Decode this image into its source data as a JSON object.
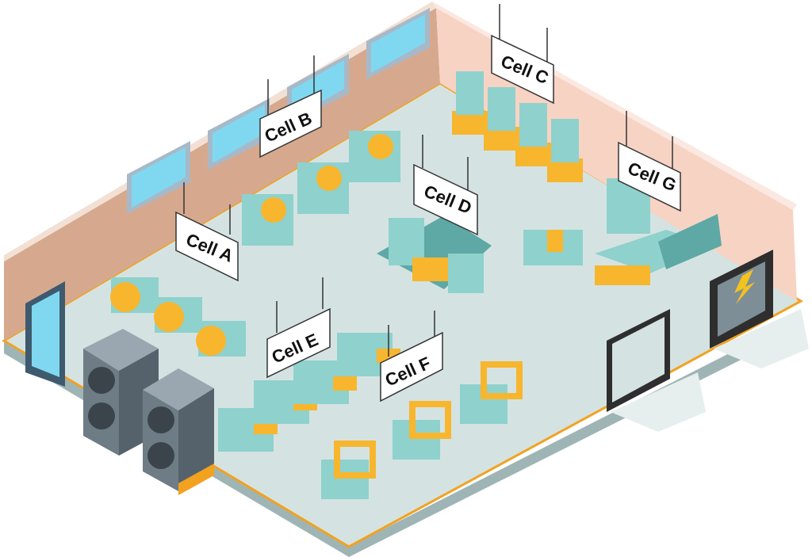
{
  "colors": {
    "floor": "#d4e3e2",
    "floor_edge": "#bccfcf",
    "back_wall": "#d6a98e",
    "right_wall": "#f7d3c4",
    "trim": "#f2a21f",
    "machine": "#8fd1cc",
    "machine_dark": "#5ea8a5",
    "machine_accent": "#f7b62e",
    "window": "#7fd8f0",
    "window_frame": "#a7b9c8",
    "hvac": "#6e7c86",
    "sign_border": "#333333",
    "sign_fill": "#ffffff",
    "hazard_yellow": "#f2c21f",
    "hazard_black": "#2e2e2e"
  },
  "cells": [
    {
      "id": "A",
      "label": "Cell A"
    },
    {
      "id": "B",
      "label": "Cell B"
    },
    {
      "id": "C",
      "label": "Cell C"
    },
    {
      "id": "D",
      "label": "Cell D"
    },
    {
      "id": "E",
      "label": "Cell E"
    },
    {
      "id": "F",
      "label": "Cell F"
    },
    {
      "id": "G",
      "label": "Cell G"
    }
  ],
  "icons": [
    "hvac-unit-icon",
    "door-icon",
    "window-icon",
    "loading-dock-icon",
    "lightning-bolt-icon",
    "machine-icon",
    "press-icon",
    "robot-arm-icon",
    "conveyor-icon"
  ]
}
